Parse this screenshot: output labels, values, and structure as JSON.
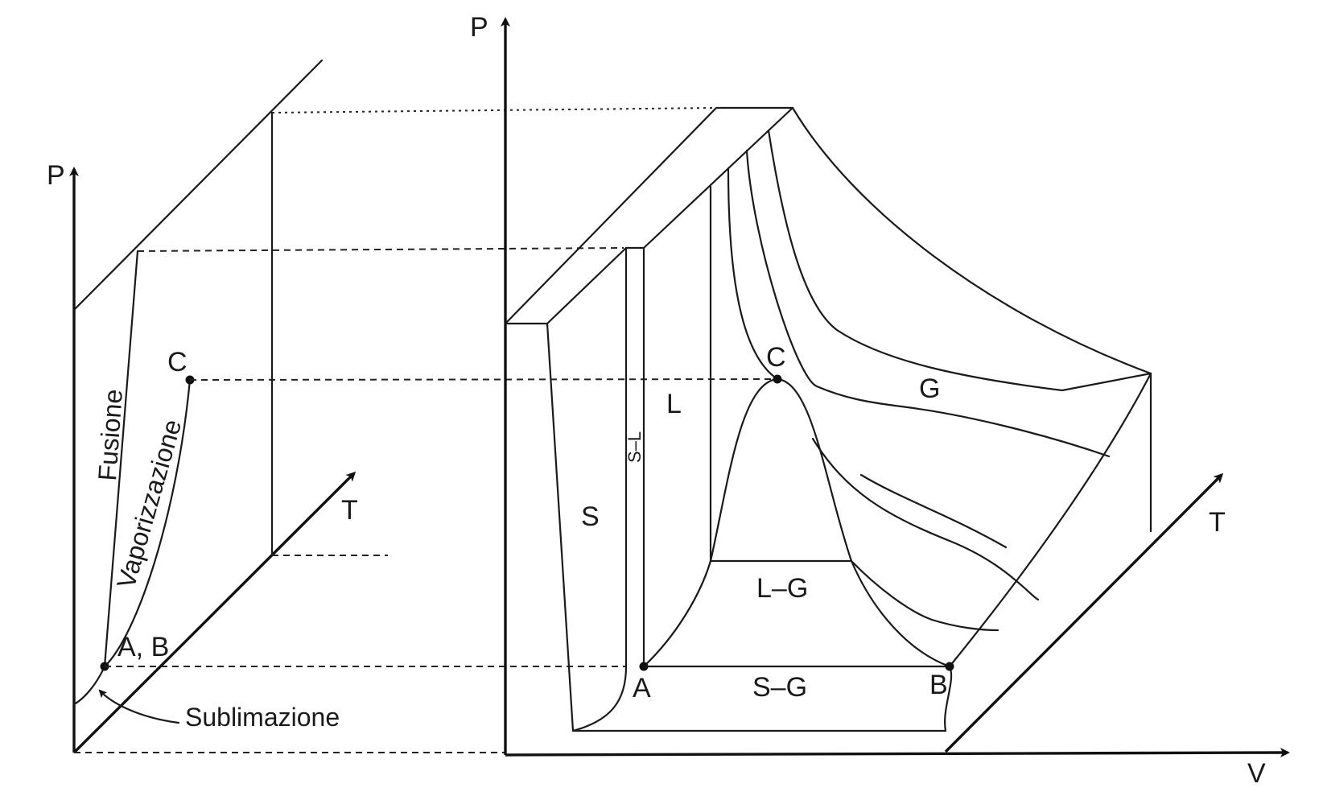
{
  "left_diagram": {
    "axis_p": "P",
    "axis_t": "T",
    "point_c": "C",
    "point_ab": "A, B",
    "curve_fusion": "Fusione",
    "curve_vaporization": "Vaporizzazione",
    "curve_sublimation": "Sublimazione"
  },
  "right_diagram": {
    "axis_p": "P",
    "axis_t": "T",
    "axis_v": "V",
    "point_a": "A",
    "point_b": "B",
    "point_c": "C",
    "region_solid": "S",
    "region_solid_liquid": "S–L",
    "region_liquid": "L",
    "region_gas": "G",
    "region_liquid_gas": "L–G",
    "region_solid_gas": "S–G"
  }
}
